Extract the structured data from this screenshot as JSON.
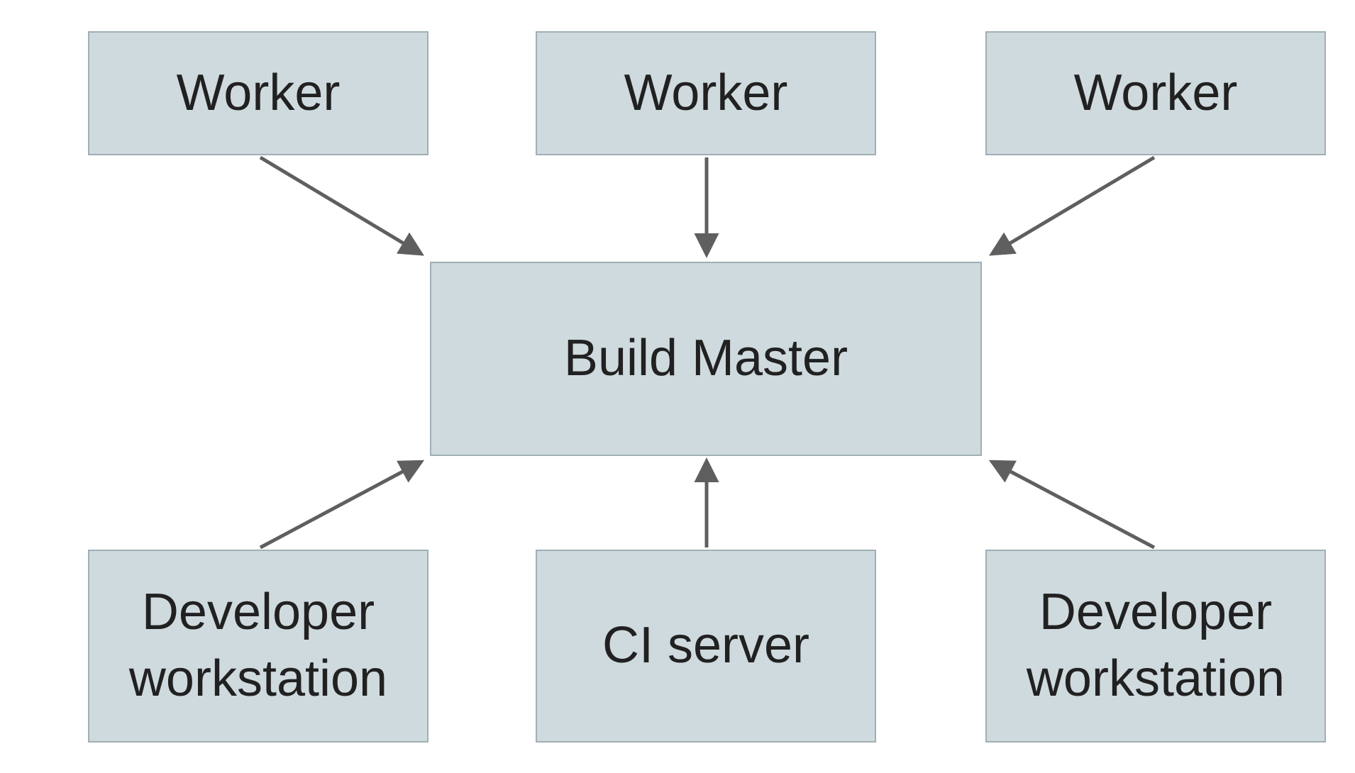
{
  "nodes": {
    "worker_left": {
      "label": "Worker"
    },
    "worker_center": {
      "label": "Worker"
    },
    "worker_right": {
      "label": "Worker"
    },
    "build_master": {
      "label": "Build Master"
    },
    "developer_workstation_left": {
      "label": "Developer workstation"
    },
    "ci_server": {
      "label": "CI server"
    },
    "developer_workstation_right": {
      "label": "Developer workstation"
    }
  },
  "edges": [
    {
      "from": "worker_left",
      "to": "build_master"
    },
    {
      "from": "worker_center",
      "to": "build_master"
    },
    {
      "from": "worker_right",
      "to": "build_master"
    },
    {
      "from": "developer_workstation_left",
      "to": "build_master"
    },
    {
      "from": "ci_server",
      "to": "build_master"
    },
    {
      "from": "developer_workstation_right",
      "to": "build_master"
    }
  ],
  "colors": {
    "background": "#ffffff",
    "node_fill": "#cfdade",
    "node_border": "#9fb0b5",
    "arrow": "#5f5f5f",
    "text": "#212121"
  }
}
